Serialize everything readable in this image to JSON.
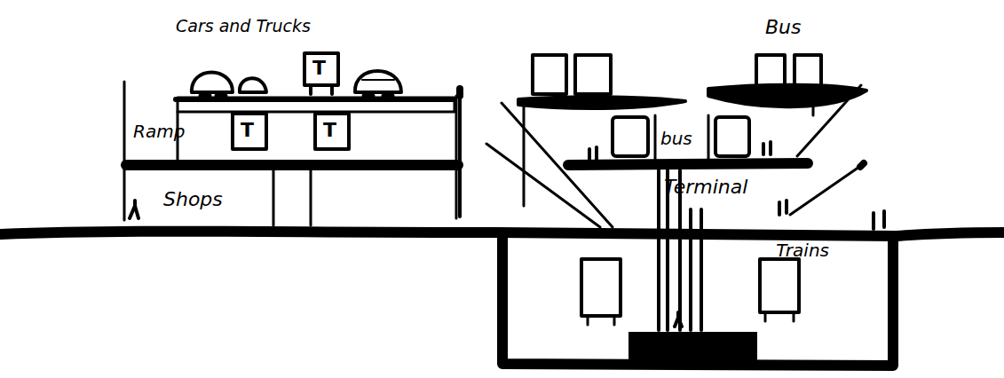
{
  "diagram": {
    "nodes": [
      {
        "text": [
          "Shops"
        ]
      },
      {
        "text": [
          "Trains"
        ]
      }
    ],
    "labels": [
      "Cars and Trucks",
      "Ramp",
      "T",
      "T",
      "T",
      "Bus",
      "bus",
      "Terminal"
    ]
  }
}
